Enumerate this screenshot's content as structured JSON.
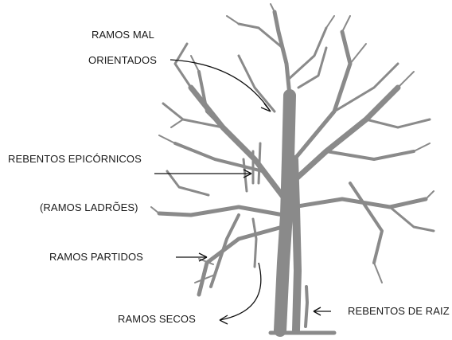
{
  "labels": {
    "misoriented_line1": "RAMOS MAL",
    "misoriented_line2": "ORIENTADOS",
    "epicormic_line1": "REBENTOS EPICÓRNICOS",
    "epicormic_line2": "(RAMOS LADRÕES)",
    "broken": "RAMOS PARTIDOS",
    "dead": "RAMOS SECOS",
    "root_suckers": "REBENTOS DE RAIZ"
  },
  "colors": {
    "tree": "#8a8a8a",
    "arrow": "#111111",
    "text": "#1a1a1a"
  }
}
